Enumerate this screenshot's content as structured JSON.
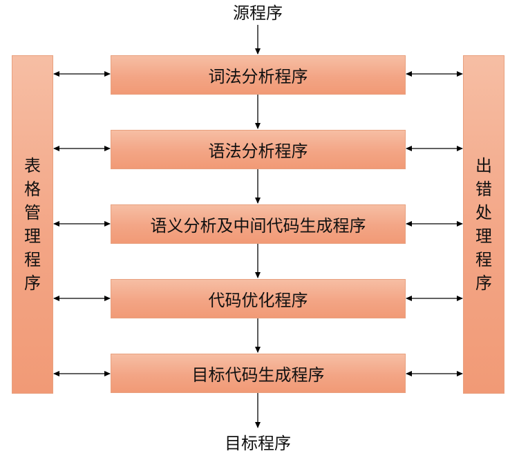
{
  "input_label": "源程序",
  "output_label": "目标程序",
  "stages": [
    "词法分析程序",
    "语法分析程序",
    "语义分析及中间代码生成程序",
    "代码优化程序",
    "目标代码生成程序"
  ],
  "left_panel": "表格管理程序",
  "right_panel": "出错处理程序"
}
